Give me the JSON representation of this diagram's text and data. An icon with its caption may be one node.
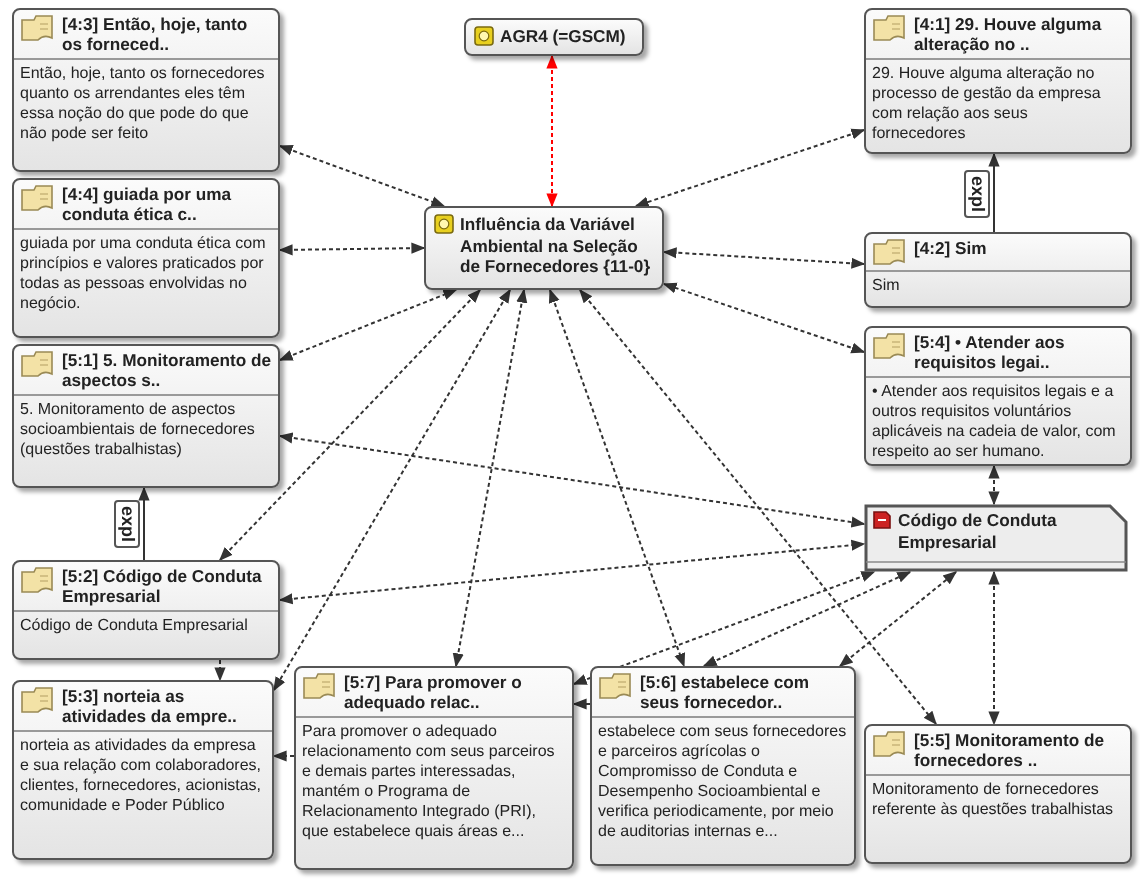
{
  "diagram": {
    "nodes": [
      {
        "text": [
          "AGR4 (=GSCM)"
        ]
      },
      {
        "text": [
          "Influência da Variável Ambiental na Seleção de Fornecedores {11-0}"
        ]
      },
      {
        "text": [
          "[4:3] Então, hoje, tanto os forneced..",
          "Então, hoje, tanto os fornecedores quanto os arrendantes eles têm essa noção do que pode do que não pode ser feito"
        ]
      },
      {
        "text": [
          "[4:1] 29. Houve alguma alteração no ..",
          "29. Houve alguma alteração no processo de gestão da empresa com relação aos seus fornecedores"
        ]
      },
      {
        "text": [
          "[4:4] guiada por uma conduta ética c..",
          "guiada por uma conduta ética com princípios e valores praticados por todas as pessoas envolvidas no negócio."
        ]
      },
      {
        "text": [
          "[4:2] Sim",
          "Sim"
        ]
      },
      {
        "text": [
          "[5:1] 5. Monitoramento de aspectos s..",
          "5. Monitoramento de aspectos socioambientais de fornecedores (questões trabalhistas)"
        ]
      },
      {
        "text": [
          "[5:4] • Atender aos requisitos legai..",
          "• Atender aos requisitos legais e a outros requisitos voluntários aplicáveis na cadeia de valor, com respeito ao ser humano."
        ]
      },
      {
        "text": [
          "Código de Conduta Empresarial"
        ]
      },
      {
        "text": [
          "[5:2] Código de Conduta Empresarial",
          "Código de Conduta Empresarial"
        ]
      },
      {
        "text": [
          "[5:3] norteia as atividades da empre..",
          "norteia as atividades da empresa e sua relação com colaboradores, clientes, fornecedores, acionistas, comunidade e Poder Público"
        ]
      },
      {
        "text": [
          "[5:7] Para promover o adequado relac..",
          "Para promover o adequado relacionamento com seus parceiros e demais partes interessadas, mantém o Programa de Relacionamento Integrado (PRI), que estabelece quais áreas e..."
        ]
      },
      {
        "text": [
          "[5:6] estabelece com seus fornecedor..",
          "estabelece com seus fornecedores e parceiros agrícolas o Compromisso de Conduta e Desempenho Socioambiental e verifica periodicamente, por meio de auditorias internas e..."
        ]
      },
      {
        "text": [
          "[5:5] Monitoramento de fornecedores ..",
          "Monitoramento de fornecedores referente às questões trabalhistas"
        ]
      }
    ],
    "edges": [
      {
        "from": 0,
        "to": 1,
        "arrow": "both",
        "style": "dashed",
        "color": "#ff0000"
      },
      {
        "from": 2,
        "to": 1,
        "arrow": "both",
        "style": "dashed"
      },
      {
        "from": 4,
        "to": 1,
        "arrow": "both",
        "style": "dashed"
      },
      {
        "from": 6,
        "to": 1,
        "arrow": "both",
        "style": "dashed"
      },
      {
        "from": 3,
        "to": 1,
        "arrow": "both",
        "style": "dashed"
      },
      {
        "from": 5,
        "to": 1,
        "arrow": "both",
        "style": "dashed"
      },
      {
        "from": 7,
        "to": 1,
        "arrow": "both",
        "style": "dashed"
      },
      {
        "from": 5,
        "to": 3,
        "arrow": "to",
        "label": "expl"
      },
      {
        "from": 9,
        "to": 6,
        "arrow": "to",
        "label": "expl"
      },
      {
        "from": 7,
        "to": 8,
        "arrow": "both",
        "style": "dashed"
      },
      {
        "from": 8,
        "to": 13,
        "arrow": "both",
        "style": "dashed"
      },
      {
        "from": 1,
        "to": 9,
        "arrow": "both",
        "style": "dashed"
      },
      {
        "from": 1,
        "to": 10,
        "arrow": "both",
        "style": "dashed"
      },
      {
        "from": 1,
        "to": 11,
        "arrow": "both",
        "style": "dashed"
      },
      {
        "from": 1,
        "to": 12,
        "arrow": "both",
        "style": "dashed"
      },
      {
        "from": 1,
        "to": 13,
        "arrow": "both",
        "style": "dashed"
      },
      {
        "from": 6,
        "to": 8,
        "arrow": "both",
        "style": "dashed"
      },
      {
        "from": 9,
        "to": 8,
        "arrow": "both",
        "style": "dashed"
      },
      {
        "from": 11,
        "to": 8,
        "arrow": "both",
        "style": "dashed"
      },
      {
        "from": 12,
        "to": 8,
        "arrow": "both",
        "style": "dashed"
      },
      {
        "from": 12,
        "to": 8,
        "arrow": "both",
        "style": "dashed"
      },
      {
        "from": 9,
        "to": 10,
        "arrow": "to",
        "style": "dashed"
      },
      {
        "from": 11,
        "to": 10,
        "arrow": "to",
        "style": "dashed"
      },
      {
        "from": 12,
        "to": 11,
        "arrow": "to",
        "style": "dashed"
      }
    ]
  }
}
